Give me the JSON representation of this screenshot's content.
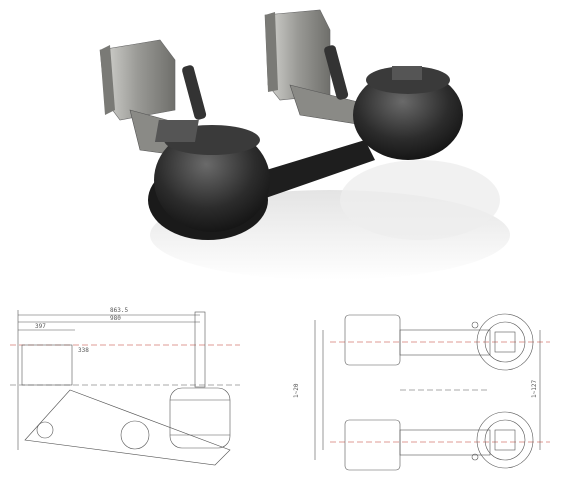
{
  "side_view": {
    "dimensions": [
      "863.5",
      "980",
      "397",
      "338"
    ]
  },
  "top_view": {
    "dimensions": [
      "1~20",
      "1~127"
    ]
  },
  "colors": {
    "bellows": "#2a2a2a",
    "bracket": "#9a9a96",
    "line": "#555555",
    "centerline": "#c0392b"
  }
}
